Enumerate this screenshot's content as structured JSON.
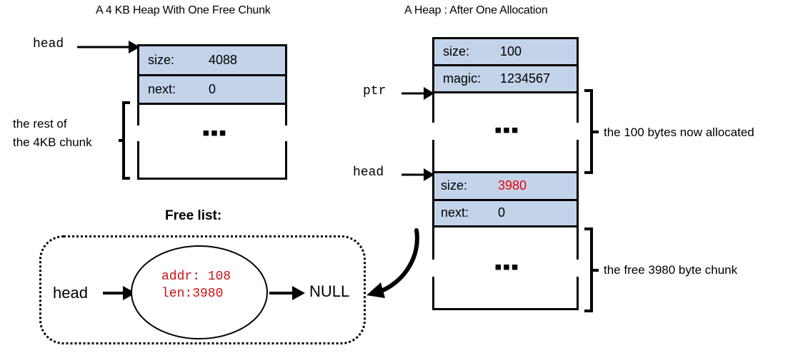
{
  "diagram": {
    "left_title": "A 4 KB Heap With One Free Chunk",
    "right_title": "A Heap : After One Allocation",
    "freelist_title": "Free list:"
  },
  "left_heap": {
    "pointer_label": "head",
    "rows": [
      {
        "label": "size:",
        "value": "4088"
      },
      {
        "label": "next:",
        "value": "0"
      }
    ],
    "ellipsis": "▪▪▪",
    "bracket_caption_line1": "the rest of",
    "bracket_caption_line2": "the 4KB chunk"
  },
  "right_heap": {
    "pointer_ptr": "ptr",
    "pointer_head": "head",
    "allocated_rows": [
      {
        "label": "size:",
        "value": "100"
      },
      {
        "label": "magic:",
        "value": "1234567"
      }
    ],
    "free_rows": [
      {
        "label": "size:",
        "value": "3980"
      },
      {
        "label": "next:",
        "value": "0"
      }
    ],
    "ellipsis": "▪▪▪",
    "bracket_caption_allocated": "the 100 bytes now allocated",
    "bracket_caption_free": "the free 3980 byte chunk"
  },
  "free_list": {
    "head_label": "head",
    "node_line1": "addr: 108",
    "node_line2": "len:3980",
    "null_label": "NULL"
  },
  "colors": {
    "header_fill": "#c3d4ea",
    "stroke": "#000000",
    "highlight_red": "#ee0000",
    "node_red": "#cc1111",
    "background": "#ffffff"
  }
}
